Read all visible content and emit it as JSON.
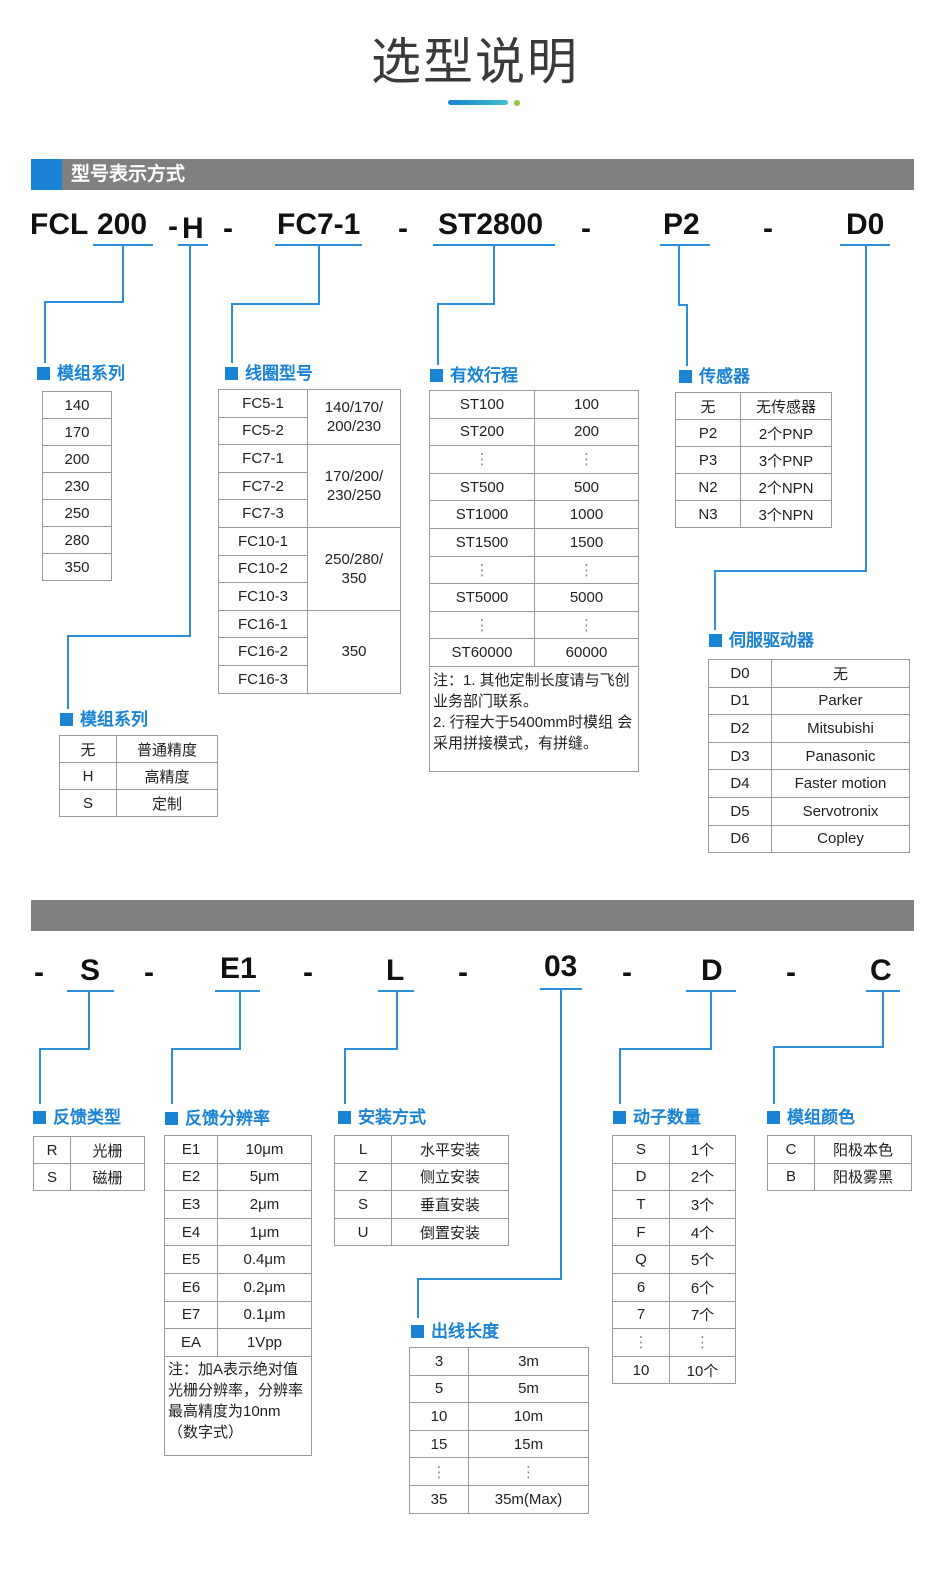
{
  "page_title": "选型说明",
  "section1_title": "型号表示方式",
  "codes_top": [
    "FCL",
    "200",
    "-",
    "H",
    "-",
    "FC7-1",
    "-",
    "ST2800",
    "-",
    "P2",
    "-",
    "D0"
  ],
  "codes_bottom": [
    "-",
    "S",
    "-",
    "E1",
    "-",
    "L",
    "-",
    "03",
    "-",
    "D",
    "-",
    "C"
  ],
  "series": {
    "title": "模组系列",
    "rows": [
      "140",
      "170",
      "200",
      "230",
      "250",
      "280",
      "350"
    ]
  },
  "precision": {
    "title": "模组系列",
    "rows": [
      [
        "无",
        "普通精度"
      ],
      [
        "H",
        "高精度"
      ],
      [
        "S",
        "定制"
      ]
    ]
  },
  "coil": {
    "title": "线圈型号",
    "left": [
      "FC5-1",
      "FC5-2",
      "FC7-1",
      "FC7-2",
      "FC7-3",
      "FC10-1",
      "FC10-2",
      "FC10-3",
      "FC16-1",
      "FC16-2",
      "FC16-3"
    ],
    "groups": [
      "140/170/\n200/230",
      "170/200/\n230/250",
      "250/280/\n350",
      "350"
    ]
  },
  "stroke": {
    "title": "有效行程",
    "rows": [
      [
        "ST100",
        "100"
      ],
      [
        "ST200",
        "200"
      ],
      [
        "⋮",
        "⋮"
      ],
      [
        "ST500",
        "500"
      ],
      [
        "ST1000",
        "1000"
      ],
      [
        "ST1500",
        "1500"
      ],
      [
        "⋮",
        "⋮"
      ],
      [
        "ST5000",
        "5000"
      ],
      [
        "⋮",
        "⋮"
      ],
      [
        "ST60000",
        "60000"
      ]
    ],
    "note": [
      "注：1. 其他定制长度请与飞创",
      "业务部门联系。",
      "2. 行程大于5400mm时模组 会",
      "采用拼接模式，有拼缝。"
    ]
  },
  "sensor": {
    "title": "传感器",
    "rows": [
      [
        "无",
        "无传感器"
      ],
      [
        "P2",
        "2个PNP"
      ],
      [
        "P3",
        "3个PNP"
      ],
      [
        "N2",
        "2个NPN"
      ],
      [
        "N3",
        "3个NPN"
      ]
    ]
  },
  "servo": {
    "title": "伺服驱动器",
    "rows": [
      [
        "D0",
        "无"
      ],
      [
        "D1",
        "Parker"
      ],
      [
        "D2",
        "Mitsubishi"
      ],
      [
        "D3",
        "Panasonic"
      ],
      [
        "D4",
        "Faster motion"
      ],
      [
        "D5",
        "Servotronix"
      ],
      [
        "D6",
        "Copley"
      ]
    ]
  },
  "feedback_type": {
    "title": "反馈类型",
    "rows": [
      [
        "R",
        "光栅"
      ],
      [
        "S",
        "磁栅"
      ]
    ]
  },
  "resolution": {
    "title": "反馈分辨率",
    "rows": [
      [
        "E1",
        "10μm"
      ],
      [
        "E2",
        "5μm"
      ],
      [
        "E3",
        "2μm"
      ],
      [
        "E4",
        "1μm"
      ],
      [
        "E5",
        "0.4μm"
      ],
      [
        "E6",
        "0.2μm"
      ],
      [
        "E7",
        "0.1μm"
      ],
      [
        "EA",
        "1Vpp"
      ]
    ],
    "note": [
      "注：加A表示绝对值",
      "光栅分辨率，分辨率",
      "最高精度为10nm",
      "（数字式）"
    ]
  },
  "mount": {
    "title": "安装方式",
    "rows": [
      [
        "L",
        "水平安装"
      ],
      [
        "Z",
        "侧立安装"
      ],
      [
        "S",
        "垂直安装"
      ],
      [
        "U",
        "倒置安装"
      ]
    ]
  },
  "cable": {
    "title": "出线长度",
    "rows": [
      [
        "3",
        "3m"
      ],
      [
        "5",
        "5m"
      ],
      [
        "10",
        "10m"
      ],
      [
        "15",
        "15m"
      ],
      [
        "⋮",
        "⋮"
      ],
      [
        "35",
        "35m(Max)"
      ]
    ]
  },
  "movers": {
    "title": "动子数量",
    "rows": [
      [
        "S",
        "1个"
      ],
      [
        "D",
        "2个"
      ],
      [
        "T",
        "3个"
      ],
      [
        "F",
        "4个"
      ],
      [
        "Q",
        "5个"
      ],
      [
        "6",
        "6个"
      ],
      [
        "7",
        "7个"
      ],
      [
        "⋮",
        "⋮"
      ],
      [
        "10",
        "10个"
      ]
    ]
  },
  "color": {
    "title": "模组颜色",
    "rows": [
      [
        "C",
        "阳极本色"
      ],
      [
        "B",
        "阳极雾黑"
      ]
    ]
  },
  "colors": {
    "accent": "#1a83d4",
    "bar": "#808080"
  }
}
